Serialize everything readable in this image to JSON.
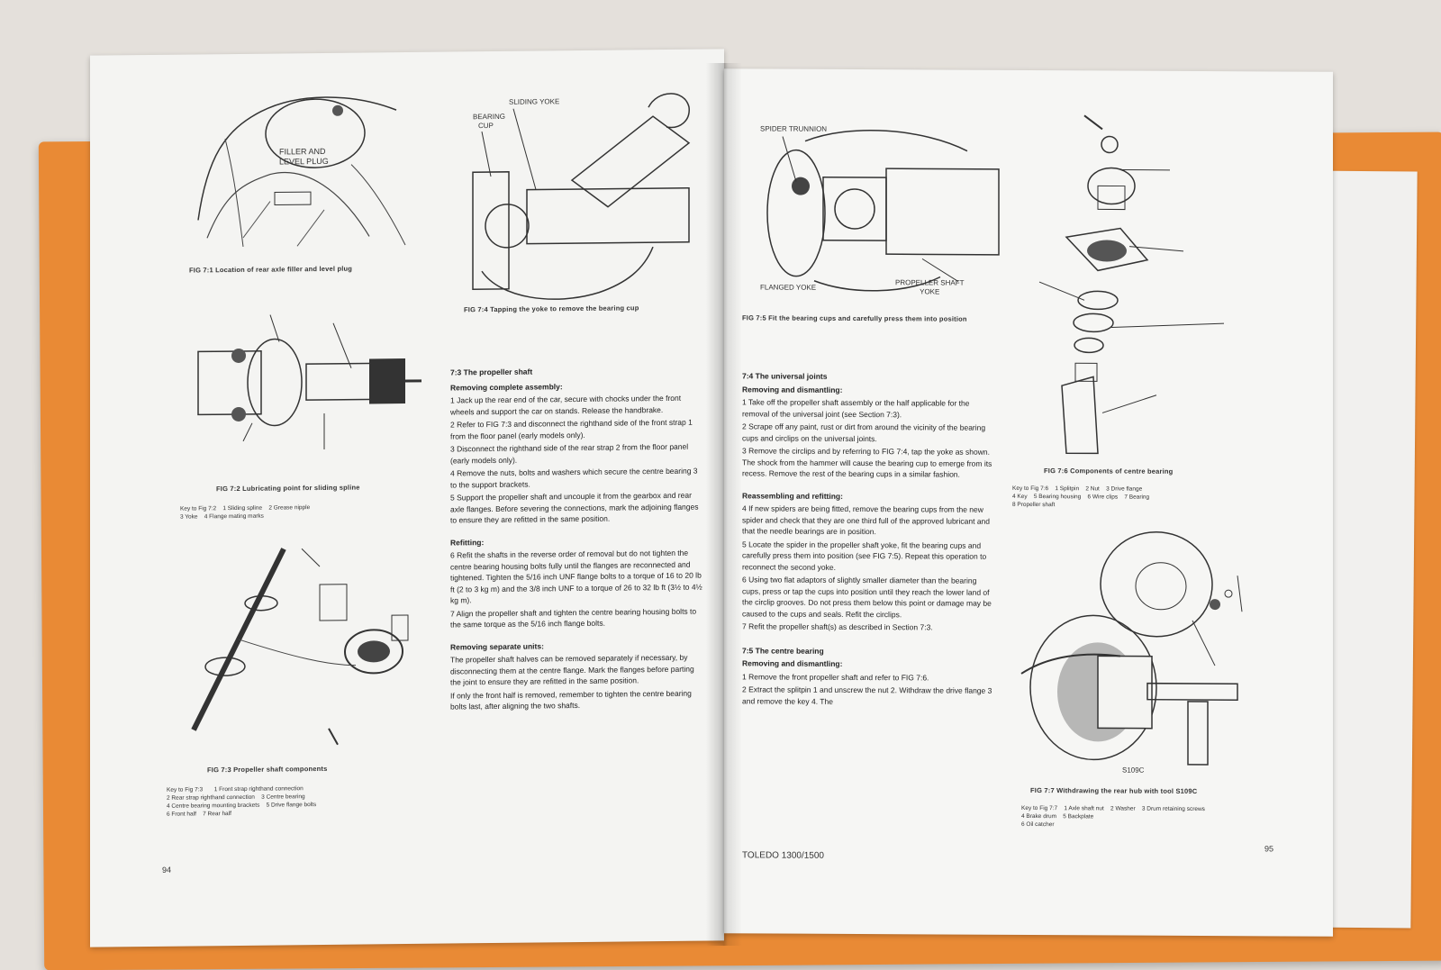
{
  "left_page": {
    "fig_7_1": {
      "caption": "FIG 7:1 Location of rear axle filler and level plug",
      "callouts": [
        "FILLER AND",
        "LEVEL PLUG"
      ]
    },
    "fig_7_2": {
      "caption": "FIG 7:2 Lubricating point for sliding spline",
      "key_title": "Key to Fig 7:2",
      "key_items": [
        "1 Sliding spline",
        "2 Grease nipple",
        "3 Yoke",
        "4 Flange mating marks"
      ]
    },
    "fig_7_3": {
      "caption": "FIG 7:3 Propeller shaft components",
      "key_title": "Key to Fig 7:3",
      "key_items": [
        "1 Front strap righthand connection",
        "2 Rear strap righthand connection",
        "3 Centre bearing",
        "4 Centre bearing mounting brackets",
        "5 Drive flange bolts",
        "6 Front half",
        "7 Rear half"
      ]
    },
    "fig_7_4": {
      "caption": "FIG 7:4 Tapping the yoke to remove the bearing cup",
      "callouts": [
        "SLIDING YOKE",
        "BEARING",
        "CUP"
      ]
    },
    "section_7_3": {
      "heading": "7:3 The propeller shaft",
      "sub1": "Removing complete assembly:",
      "steps1": [
        "1 Jack up the rear end of the car, secure with chocks under the front wheels and support the car on stands. Release the handbrake.",
        "2 Refer to FIG 7:3 and disconnect the righthand side of the front strap 1 from the floor panel (early models only).",
        "3 Disconnect the righthand side of the rear strap 2 from the floor panel (early models only).",
        "4 Remove the nuts, bolts and washers which secure the centre bearing 3 to the support brackets.",
        "5 Support the propeller shaft and uncouple it from the gearbox and rear axle flanges. Before severing the connections, mark the adjoining flanges to ensure they are refitted in the same position."
      ],
      "sub2": "Refitting:",
      "steps2": [
        "6 Refit the shafts in the reverse order of removal but do not tighten the centre bearing housing bolts fully until the flanges are reconnected and tightened. Tighten the 5/16 inch UNF flange bolts to a torque of 16 to 20 lb ft (2 to 3 kg m) and the 3/8 inch UNF to a torque of 26 to 32 lb ft (3½ to 4½ kg m).",
        "7 Align the propeller shaft and tighten the centre bearing housing bolts to the same torque as the 5/16 inch flange bolts."
      ],
      "sub3": "Removing separate units:",
      "para3a": "The propeller shaft halves can be removed separately if necessary, by disconnecting them at the centre flange. Mark the flanges before parting the joint to ensure they are refitted in the same position.",
      "para3b": "If only the front half is removed, remember to tighten the centre bearing bolts last, after aligning the two shafts."
    },
    "folio": "94"
  },
  "right_page": {
    "fig_7_5": {
      "caption": "FIG 7:5 Fit the bearing cups and carefully press them into position",
      "callouts": [
        "SPIDER TRUNNION",
        "FLANGED YOKE",
        "PROPELLER SHAFT",
        "YOKE"
      ]
    },
    "fig_7_6": {
      "caption": "FIG 7:6 Components of centre bearing",
      "key_title": "Key to Fig 7:6",
      "key_items": [
        "1 Splitpin",
        "2 Nut",
        "3 Drive flange",
        "4 Key",
        "5 Bearing housing",
        "6 Wire clips",
        "7 Bearing",
        "8 Propeller shaft"
      ]
    },
    "fig_7_7": {
      "caption": "FIG 7:7 Withdrawing the rear hub with tool S109C",
      "tool_label": "S109C",
      "key_title": "Key to Fig 7:7",
      "key_items": [
        "1 Axle shaft nut",
        "2 Washer",
        "3 Drum retaining screws",
        "4 Brake drum",
        "5 Backplate",
        "6 Oil catcher"
      ]
    },
    "section_7_4": {
      "heading": "7:4 The universal joints",
      "sub1": "Removing and dismantling:",
      "steps1": [
        "1 Take off the propeller shaft assembly or the half applicable for the removal of the universal joint (see Section 7:3).",
        "2 Scrape off any paint, rust or dirt from around the vicinity of the bearing cups and circlips on the universal joints.",
        "3 Remove the circlips and by referring to FIG 7:4, tap the yoke as shown. The shock from the hammer will cause the bearing cup to emerge from its recess. Remove the rest of the bearing cups in a similar fashion."
      ],
      "sub2": "Reassembling and refitting:",
      "steps2": [
        "4 If new spiders are being fitted, remove the bearing cups from the new spider and check that they are one third full of the approved lubricant and that the needle bearings are in position.",
        "5 Locate the spider in the propeller shaft yoke, fit the bearing cups and carefully press them into position (see FIG 7:5). Repeat this operation to reconnect the second yoke.",
        "6 Using two flat adaptors of slightly smaller diameter than the bearing cups, press or tap the cups into position until they reach the lower land of the circlip grooves. Do not press them below this point or damage may be caused to the cups and seals. Refit the circlips.",
        "7 Refit the propeller shaft(s) as described in Section 7:3."
      ]
    },
    "section_7_5": {
      "heading": "7:5 The centre bearing",
      "sub1": "Removing and dismantling:",
      "steps1": [
        "1 Remove the front propeller shaft and refer to FIG 7:6.",
        "2 Extract the splitpin 1 and unscrew the nut 2. Withdraw the drive flange 3 and remove the key 4. The"
      ]
    },
    "running_title": "TOLEDO 1300/1500",
    "folio": "95"
  },
  "colors": {
    "cover": "#e98a35",
    "paper": "#f4f4f2",
    "ink": "#2a2a2a",
    "desk": "#e4e0db"
  }
}
